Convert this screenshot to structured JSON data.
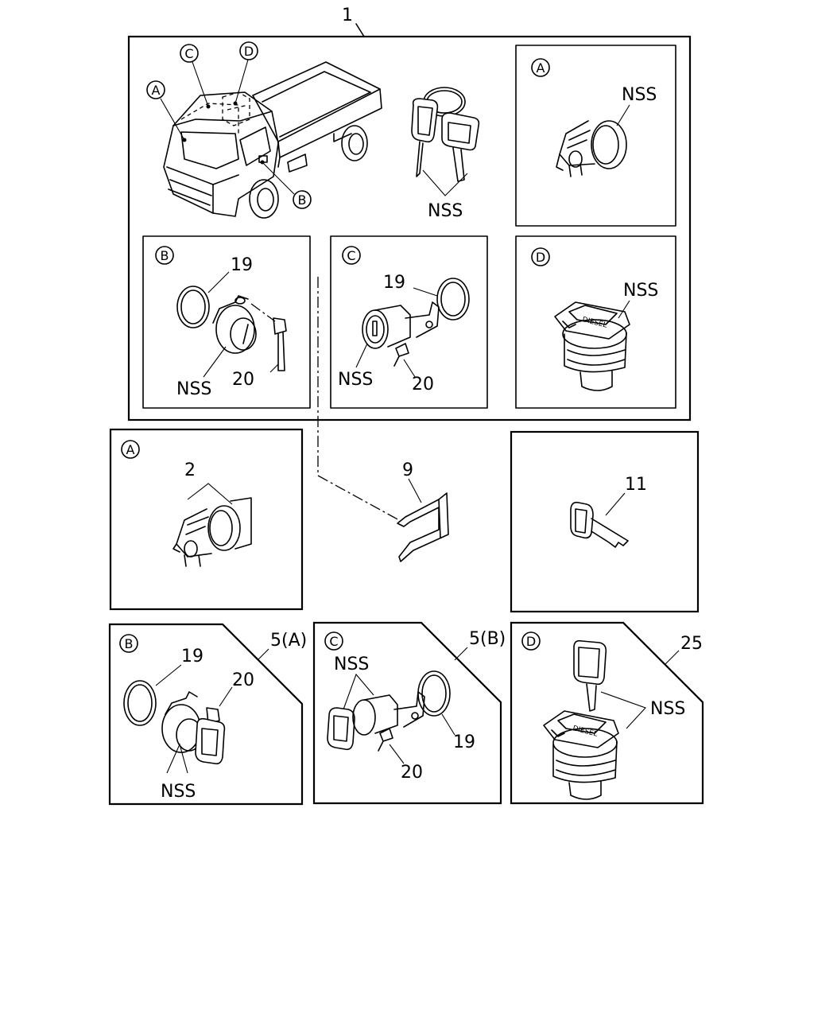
{
  "labels": {
    "assembly": "1",
    "nss": "NSS",
    "n19": "19",
    "n20": "20",
    "n2": "2",
    "n9": "9",
    "n11": "11",
    "n5a": "5(A)",
    "n5b": "5(B)",
    "n25": "25"
  },
  "callouts": {
    "a": "A",
    "b": "B",
    "c": "C",
    "d": "D"
  },
  "cap_text": "DIESEL"
}
